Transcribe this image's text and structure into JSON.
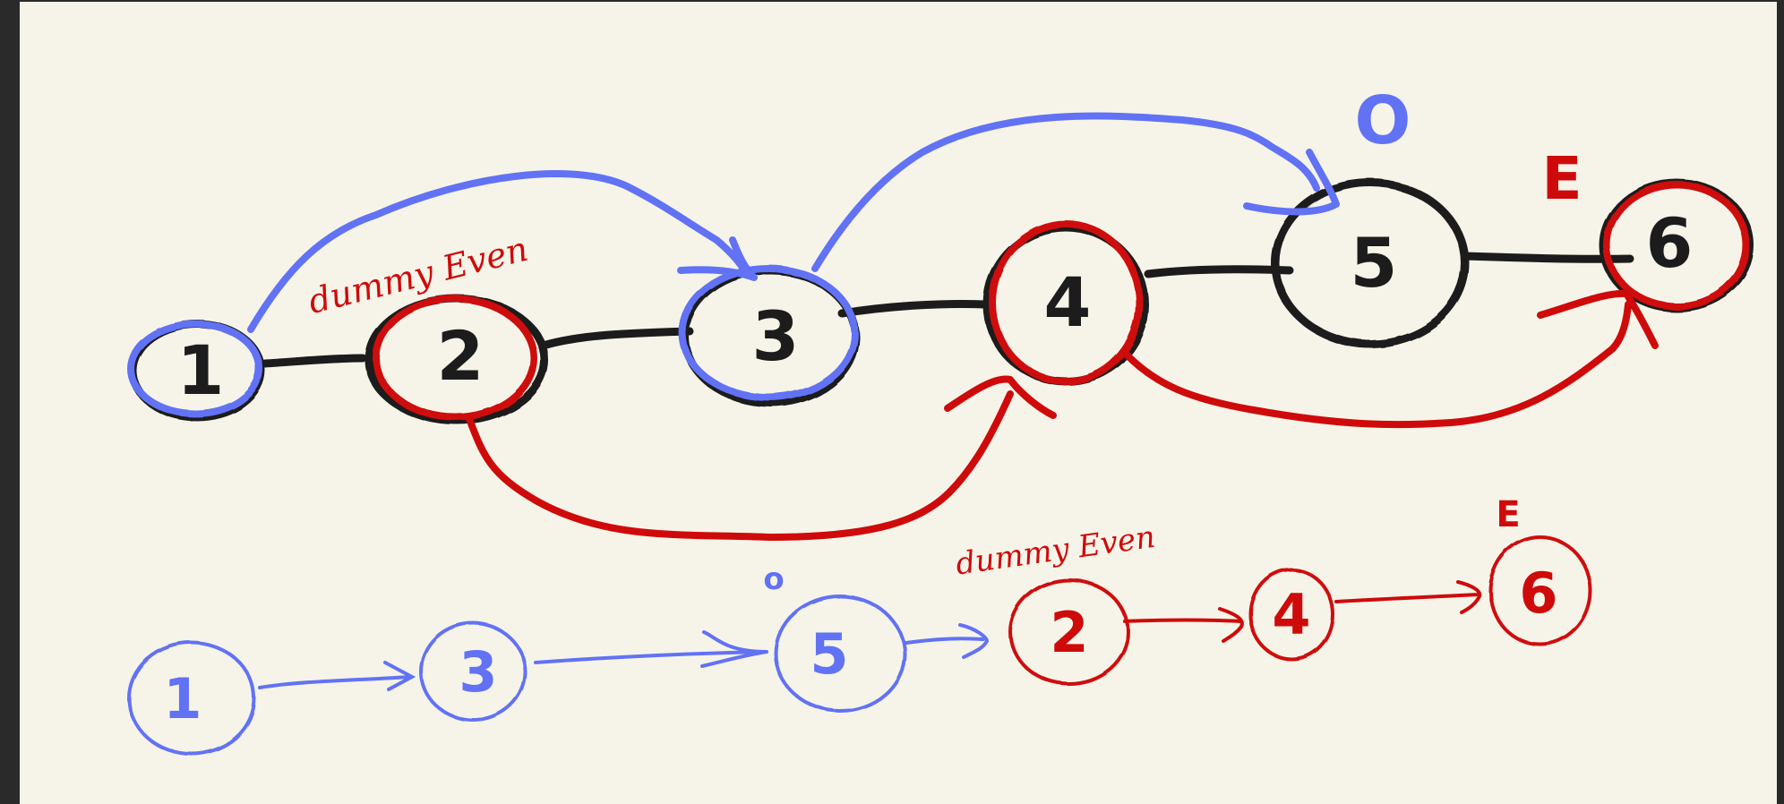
{
  "colors": {
    "black": "#1c1c1c",
    "blue": "#6272f5",
    "red": "#cf0a0a",
    "paper": "#f6f4e9"
  },
  "top_list": {
    "nodes": [
      "1",
      "2",
      "3",
      "4",
      "5",
      "6"
    ],
    "labels": {
      "dummy_even": "dummy Even",
      "odd_marker": "O",
      "even_marker": "E"
    }
  },
  "bottom_list": {
    "odd_nodes": [
      "1",
      "3",
      "5"
    ],
    "even_nodes": [
      "2",
      "4",
      "6"
    ],
    "labels": {
      "odd_marker": "o",
      "dummy_even": "dummy Even",
      "even_marker": "E"
    }
  }
}
